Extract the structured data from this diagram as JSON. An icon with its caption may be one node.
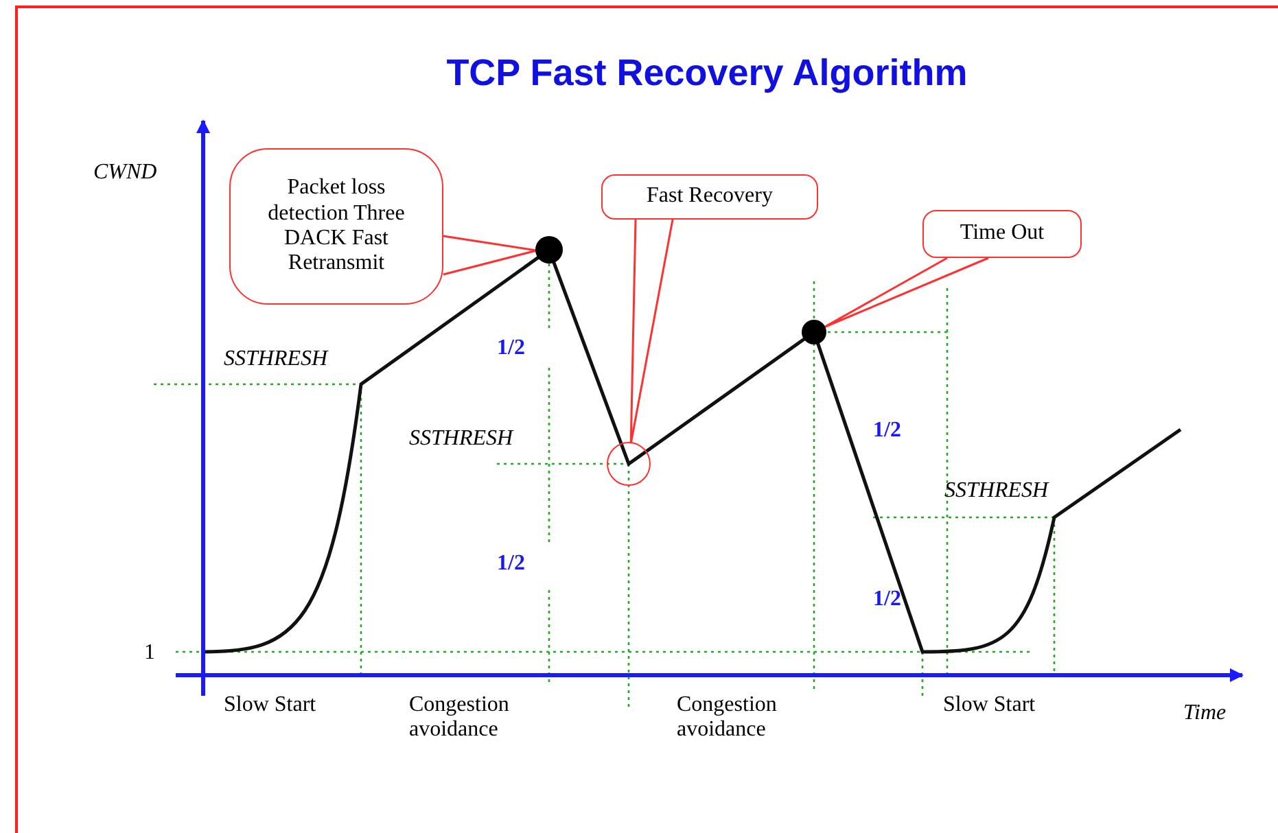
{
  "diagram": {
    "title": "TCP Fast Recovery Algorithm",
    "nodes": [
      {
        "text": [
          "Packet loss detection Three DACK Fast Retransmit"
        ]
      },
      {
        "text": [
          "Fast Recovery"
        ]
      },
      {
        "text": [
          "Time Out"
        ]
      },
      {
        "text": [],
        "shape": "circle"
      },
      {
        "text": [],
        "shape": "circle"
      },
      {
        "text": [],
        "shape": "circle"
      }
    ],
    "edges": [
      {
        "from": 0,
        "to": 3,
        "arrow": "none"
      },
      {
        "from": 1,
        "to": 4,
        "arrow": "none"
      },
      {
        "from": 2,
        "to": 5,
        "arrow": "none"
      }
    ],
    "labels": [
      "CWND",
      "SSTHRESH",
      "1/2",
      "SSTHRESH",
      "1/2",
      "1/2",
      "SSTHRESH",
      "1/2",
      "1",
      "Slow Start",
      "Congestion avoidance",
      "Congestion avoidance",
      "Slow Start",
      "Time"
    ]
  }
}
